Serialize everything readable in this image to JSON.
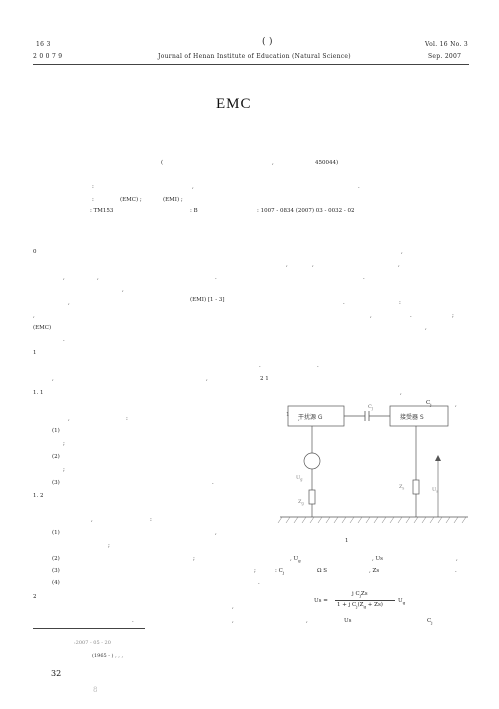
{
  "header": {
    "left_top": "16       3",
    "center_top": "(                     )",
    "right_top": "Vol. 16 No. 3",
    "left_bottom": "2 0 0 7      9",
    "center_bottom": "Journal of Henan Institute of Education (Natural Science)",
    "right_bottom": "Sep. 2007"
  },
  "title": "EMC",
  "affiliation": {
    "paren": "(",
    "comma": ",",
    "code": "450044)"
  },
  "abstract": {
    "line1_colon": ":",
    "line1_comma": ",",
    "line1_period": ".",
    "kw_colon": ":",
    "kw_emc": "(EMC) ;",
    "kw_emi": "(EMI) ;",
    "clc": ": TM153",
    "doc": ": B",
    "issn": ": 1007 - 0834 (2007) 03 - 0032 - 02"
  },
  "section0": {
    "num": "0",
    "comma_r": ",",
    "r2_a": ",",
    "r2_b": ",",
    "r2_c": ".",
    "r3_a": ",",
    "r3_b": ",",
    "r3_c": ".",
    "r3_d": ",",
    "r3_e": ".",
    "r4_a": ",",
    "r5_a": ",",
    "r5_ref": "(EMI) [1 - 3]",
    "r5_b": ".",
    "r5_c": ":",
    "r6_a": ",",
    "r6_b": ",",
    "r6_c": ".",
    "r6_d": ";",
    "r7_a": "(EMC)",
    "r7_b": ",",
    "r8_a": "."
  },
  "section1": {
    "num": "1",
    "r1_a": ".",
    "r1_b": ".",
    "r2_a": ",",
    "r2_b": ",",
    "r2_c": "2  1",
    "s11": "1. 1",
    "s11_r": ",",
    "cj_label": "C",
    "cj_sub": "j",
    "cj_comma": ",",
    "colon_line": ":",
    "fig_ref": "1",
    "fig_ref_comma": ",",
    "item1": "(1)",
    "item1_tail": ";",
    "item2": "(2)",
    "item2_tail": ";",
    "item3": "(3)",
    "item3_tail": ".",
    "s12": "1. 2",
    "s12_r": ":",
    "s12_comma": ",",
    "b1": "(1)",
    "b1_tail": ",",
    "b1_next": ";",
    "b2": "(2)",
    "b2_mid": ";",
    "b3": "(3)",
    "b3_mid": ";",
    "b4": "(4)",
    "b4_mid": "."
  },
  "figure": {
    "source_label": "干扰源 G",
    "receiver_label": "接受器 S",
    "cj": "C",
    "cj_sub": "j",
    "ug": "U",
    "ug_sub": "g",
    "zg": "Z",
    "zg_sub": "g",
    "zs": "Z",
    "zs_sub": "s",
    "us": "U",
    "us_sub": "s",
    "caption_num": "1"
  },
  "right_text": {
    "ug_line_a": ", U",
    "ug_line_a_sub": "g",
    "ug_line_b": ", Us",
    "ug_line_c": ",",
    "cj_line_a": ":  C",
    "cj_line_a_sub": "j",
    "cj_line_b": "Ω  S",
    "cj_line_c": ", Zs",
    "cj_line_d": ".",
    "formula_num": "j  C",
    "formula_num_sub": "j",
    "formula_num_tail": "Zs",
    "formula_lhs": "Us =",
    "formula_den": "1 + j  C",
    "formula_den_sub": "j",
    "formula_den_tail": "(Z",
    "formula_den_sub2": "g",
    "formula_den_end": " + Zs)",
    "formula_rhs": "U",
    "formula_rhs_sub": "g",
    "last_a": ",",
    "last_b": "Us",
    "last_c": "C",
    "last_c_sub": "j"
  },
  "section2": {
    "num": "2",
    "r1": ",",
    "r2_a": ".",
    "r2_b": ",",
    "r2_c": ","
  },
  "footnote": {
    "date": ":2007 - 05 - 20",
    "author": "(1965 - ) ,  ,                     ,",
    "page_number": "32",
    "ghost_number": "8"
  }
}
